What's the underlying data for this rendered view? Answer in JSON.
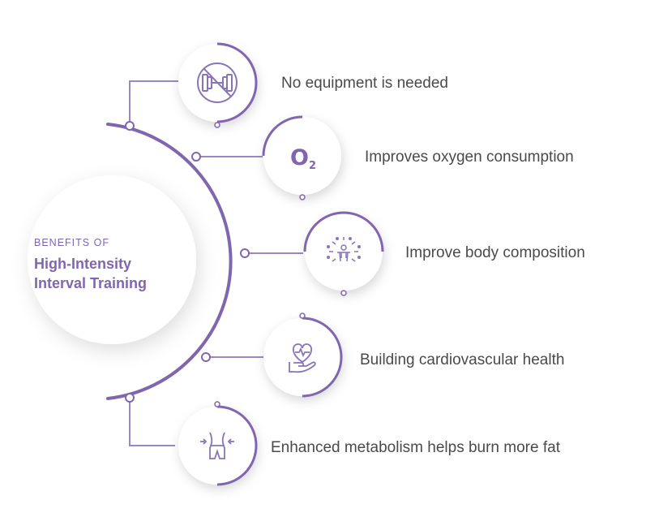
{
  "center": {
    "subtitle": "BENEFITS OF",
    "title_line1": "High-Intensity",
    "title_line2": "Interval Training"
  },
  "colors": {
    "accent": "#8066b0",
    "arc": "#7f66ad",
    "connector": "#9b88c2",
    "text": "#4a4a4a",
    "icon": "#8a74b8"
  },
  "benefits": [
    {
      "label": "No equipment is needed",
      "icon": "no-dumbbell-icon"
    },
    {
      "label": "Improves oxygen consumption",
      "icon": "o2-icon",
      "icon_text": "O",
      "icon_sub": "2"
    },
    {
      "label": "Improve body composition",
      "icon": "body-radiate-icon"
    },
    {
      "label": "Building cardiovascular health",
      "icon": "heart-hand-icon"
    },
    {
      "label": "Enhanced metabolism helps burn more fat",
      "icon": "waist-icon"
    }
  ]
}
